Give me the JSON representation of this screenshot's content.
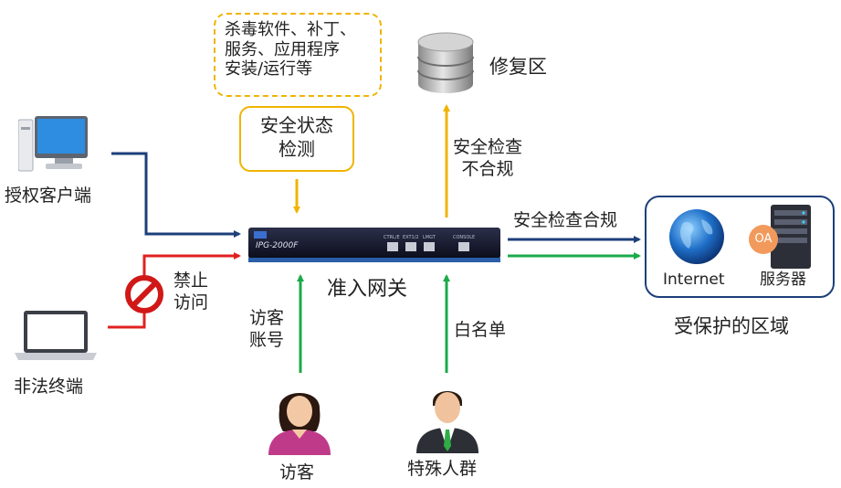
{
  "note": {
    "lines": [
      "杀毒软件、补丁、",
      "服务、应用程序",
      "安装/运行等"
    ]
  },
  "check": {
    "lines": [
      "安全状态",
      "检测"
    ]
  },
  "repair": {
    "label": "修复区"
  },
  "fail_check": {
    "lines": [
      "安全检查",
      "不合规"
    ]
  },
  "pass_check": {
    "label": "安全检查合规"
  },
  "gateway": {
    "label": "准入网关",
    "model": "IPG-2000F",
    "ports": [
      "CTRL/E",
      "EXT1/2",
      "LMGT",
      "CONSOLE"
    ]
  },
  "authorized": {
    "label": "授权客户端"
  },
  "illegal": {
    "label": "非法终端"
  },
  "forbidden": {
    "lines": [
      "禁止",
      "访问"
    ]
  },
  "guest_account": {
    "lines": [
      "访客",
      "账号"
    ]
  },
  "whitelist": {
    "label": "白名单"
  },
  "visitor": {
    "label": "访客"
  },
  "special": {
    "label": "特殊人群"
  },
  "zone": {
    "label": "受保护的区域",
    "internet_label": "Internet",
    "server_label": "服务器",
    "oa_badge": "OA"
  },
  "colors": {
    "blue": "#1c3f7a",
    "red": "#e02020",
    "green": "#1aaa4a",
    "yellow": "#f0b400"
  }
}
